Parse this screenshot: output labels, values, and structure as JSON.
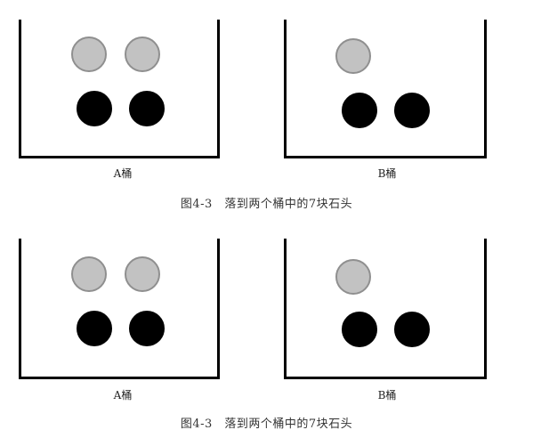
{
  "figures": [
    {
      "bucket_a_label": "A桶",
      "bucket_b_label": "B桶",
      "caption": "图4-3　落到两个桶中的7块石头",
      "bucket_a": {
        "gray_stones": 2,
        "black_stones": 2
      },
      "bucket_b": {
        "gray_stones": 1,
        "black_stones": 2
      }
    },
    {
      "bucket_a_label": "A桶",
      "bucket_b_label": "B桶",
      "caption": "图4-3　落到两个桶中的7块石头",
      "bucket_a": {
        "gray_stones": 2,
        "black_stones": 2
      },
      "bucket_b": {
        "gray_stones": 1,
        "black_stones": 2
      }
    }
  ],
  "colors": {
    "gray_stone": "#c2c2c2",
    "black_stone": "#000000",
    "bucket_outline": "#000000"
  }
}
